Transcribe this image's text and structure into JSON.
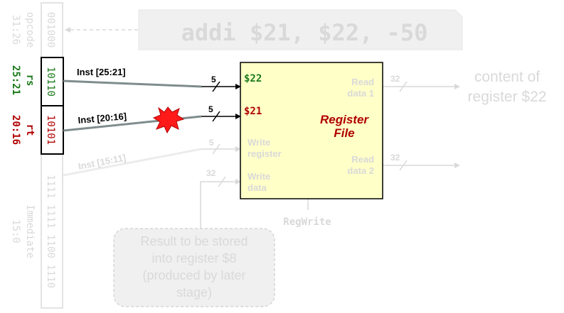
{
  "colors": {
    "faded": "#d9d9d9",
    "faded_bg": "#f0f0f0",
    "register_fill": "#ffffc8",
    "wire": "#7f8c8d",
    "green": "#1a7a1a",
    "red": "#b00000",
    "black": "#000000"
  },
  "instruction": {
    "text": "addi $21, $22, -50"
  },
  "field_labels": {
    "opcode": {
      "name": "opcode",
      "bits": "31:26"
    },
    "rs": {
      "name": "rs",
      "bits": "25:21"
    },
    "rt": {
      "name": "rt",
      "bits": "20:16"
    },
    "immediate": {
      "name": "Immediate",
      "bits": "15:0"
    }
  },
  "bits": {
    "opcode": "001000",
    "rs": "10110",
    "rt": "10101",
    "immediate": "1111 1111 1100 1110"
  },
  "wires": {
    "inst_25_21": "Inst [25:21]",
    "inst_20_16": "Inst [20:16]",
    "inst_15_11": "Inst [15:11]",
    "w5a": "5",
    "w5b": "5",
    "w5c": "5",
    "w32_wdata": "32",
    "w32_rd1": "32",
    "w32_rd2": "32"
  },
  "register_file": {
    "title_line1": "Register",
    "title_line2": "File",
    "port_read1": "$22",
    "port_read2": "$21",
    "write_register_1": "Write",
    "write_register_2": "register",
    "write_data_1": "Write",
    "write_data_2": "data",
    "read_data1_1": "Read",
    "read_data1_2": "data 1",
    "read_data2_1": "Read",
    "read_data2_2": "data 2"
  },
  "regwrite": "RegWrite",
  "content_label": {
    "line1": "content of",
    "line2": "register $22"
  },
  "result_note": {
    "line1": "Result to be stored",
    "line2": "into register $8",
    "line3": "(produced by later",
    "line4": "stage)"
  }
}
